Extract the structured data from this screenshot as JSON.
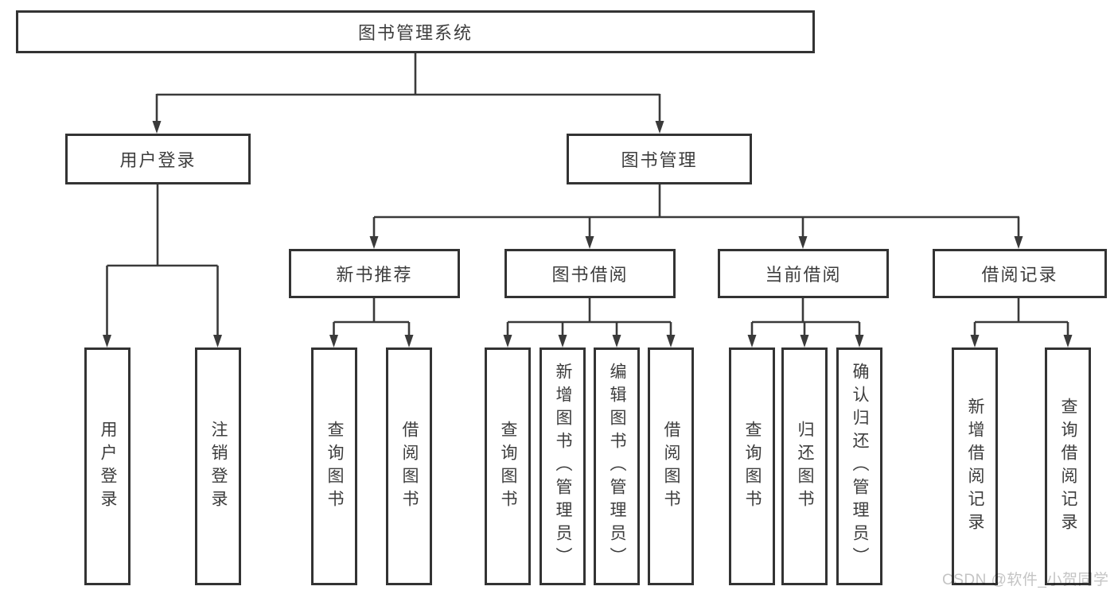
{
  "diagram": {
    "root": {
      "label": "图书管理系统"
    },
    "level2": [
      {
        "label": "用户登录"
      },
      {
        "label": "图书管理"
      }
    ],
    "level3": [
      {
        "label": "新书推荐"
      },
      {
        "label": "图书借阅"
      },
      {
        "label": "当前借阅"
      },
      {
        "label": "借阅记录"
      }
    ],
    "leaves": [
      {
        "label": "用户登录"
      },
      {
        "label": "注销登录"
      },
      {
        "label": "查询图书"
      },
      {
        "label": "借阅图书"
      },
      {
        "label": "查询图书"
      },
      {
        "label": "新增图书（管理员）"
      },
      {
        "label": "编辑图书（管理员）"
      },
      {
        "label": "借阅图书"
      },
      {
        "label": "查询图书"
      },
      {
        "label": "归还图书"
      },
      {
        "label": "确认归还（管理员）"
      },
      {
        "label": "新增借阅记录"
      },
      {
        "label": "查询借阅记录"
      }
    ]
  },
  "watermark": {
    "text": "CSDN @软件_小贺同学"
  },
  "colors": {
    "line": "#3a3a3a",
    "box_border": "#333333",
    "text": "#3d3d3d",
    "watermark": "#c4c4c4",
    "background": "#ffffff"
  }
}
